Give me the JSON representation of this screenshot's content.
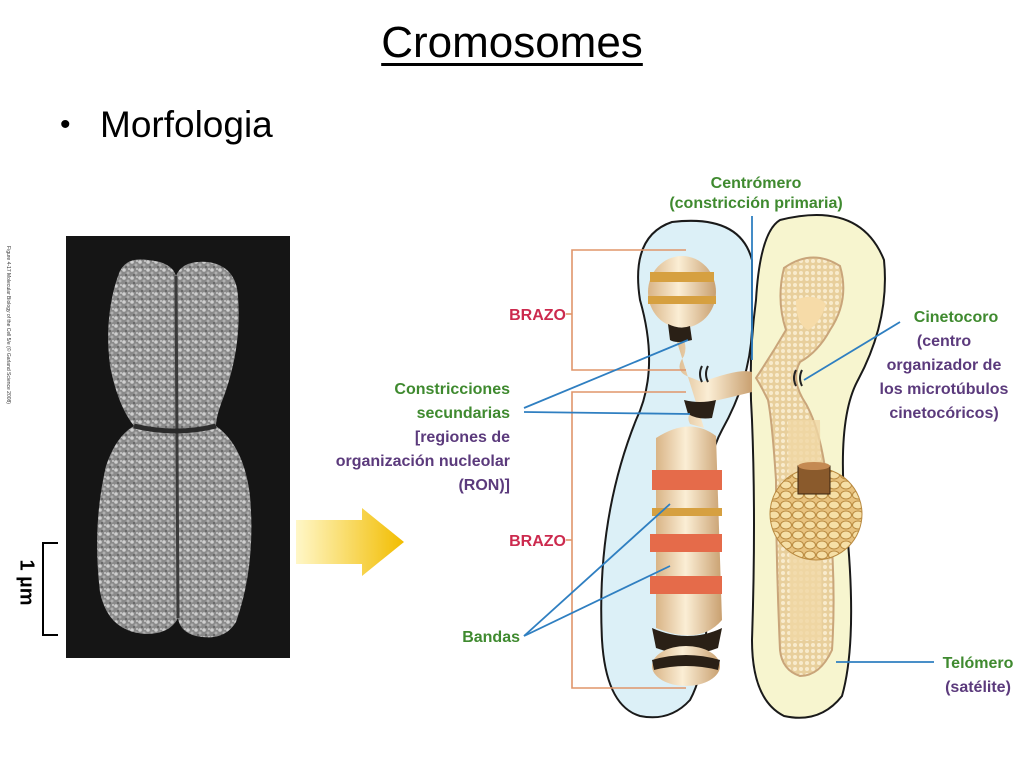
{
  "slide": {
    "title": "Cromosomes",
    "bullet_symbol": "•",
    "bullet_text": "Morfologia"
  },
  "figure": {
    "credit": "Figure 4-17 Molecular Biology of the Cell 5/e (© Garland Science 2008)",
    "scale_label": "1 µm",
    "labels": {
      "centromero_line1": "Centrómero",
      "centromero_line2": "(constricción primaria)",
      "brazo_top": "BRAZO",
      "brazo_bottom": "BRAZO",
      "constricciones_line1": "Constricciones",
      "constricciones_line2": "secundarias",
      "constricciones_line3": "[regiones de",
      "constricciones_line4": "organización nucleolar",
      "constricciones_line5": "(RON)]",
      "bandas": "Bandas",
      "cinetocoro_line1": "Cinetocoro",
      "cinetocoro_line2": "(centro",
      "cinetocoro_line3": "organizador de",
      "cinetocoro_line4": "los microtúbulos",
      "cinetocoro_line5": "cinetocóricos)",
      "telomero_line1": "Telómero",
      "telomero_line2": "(satélite)"
    },
    "colors": {
      "green_label": "#3f8a2f",
      "red_label": "#cc2a4e",
      "purple_label": "#5b3a7c",
      "arm_bracket": "#e0956a",
      "pointer_line": "#2f7fc1",
      "chromatid_fill": "#f3ddb8",
      "band_orange": "#e56b4a",
      "band_ochre": "#d6a040",
      "outline_left": "#dcf0f7",
      "outline_right": "#f7f5cf",
      "arrow_yellow": "#f5c400"
    }
  }
}
